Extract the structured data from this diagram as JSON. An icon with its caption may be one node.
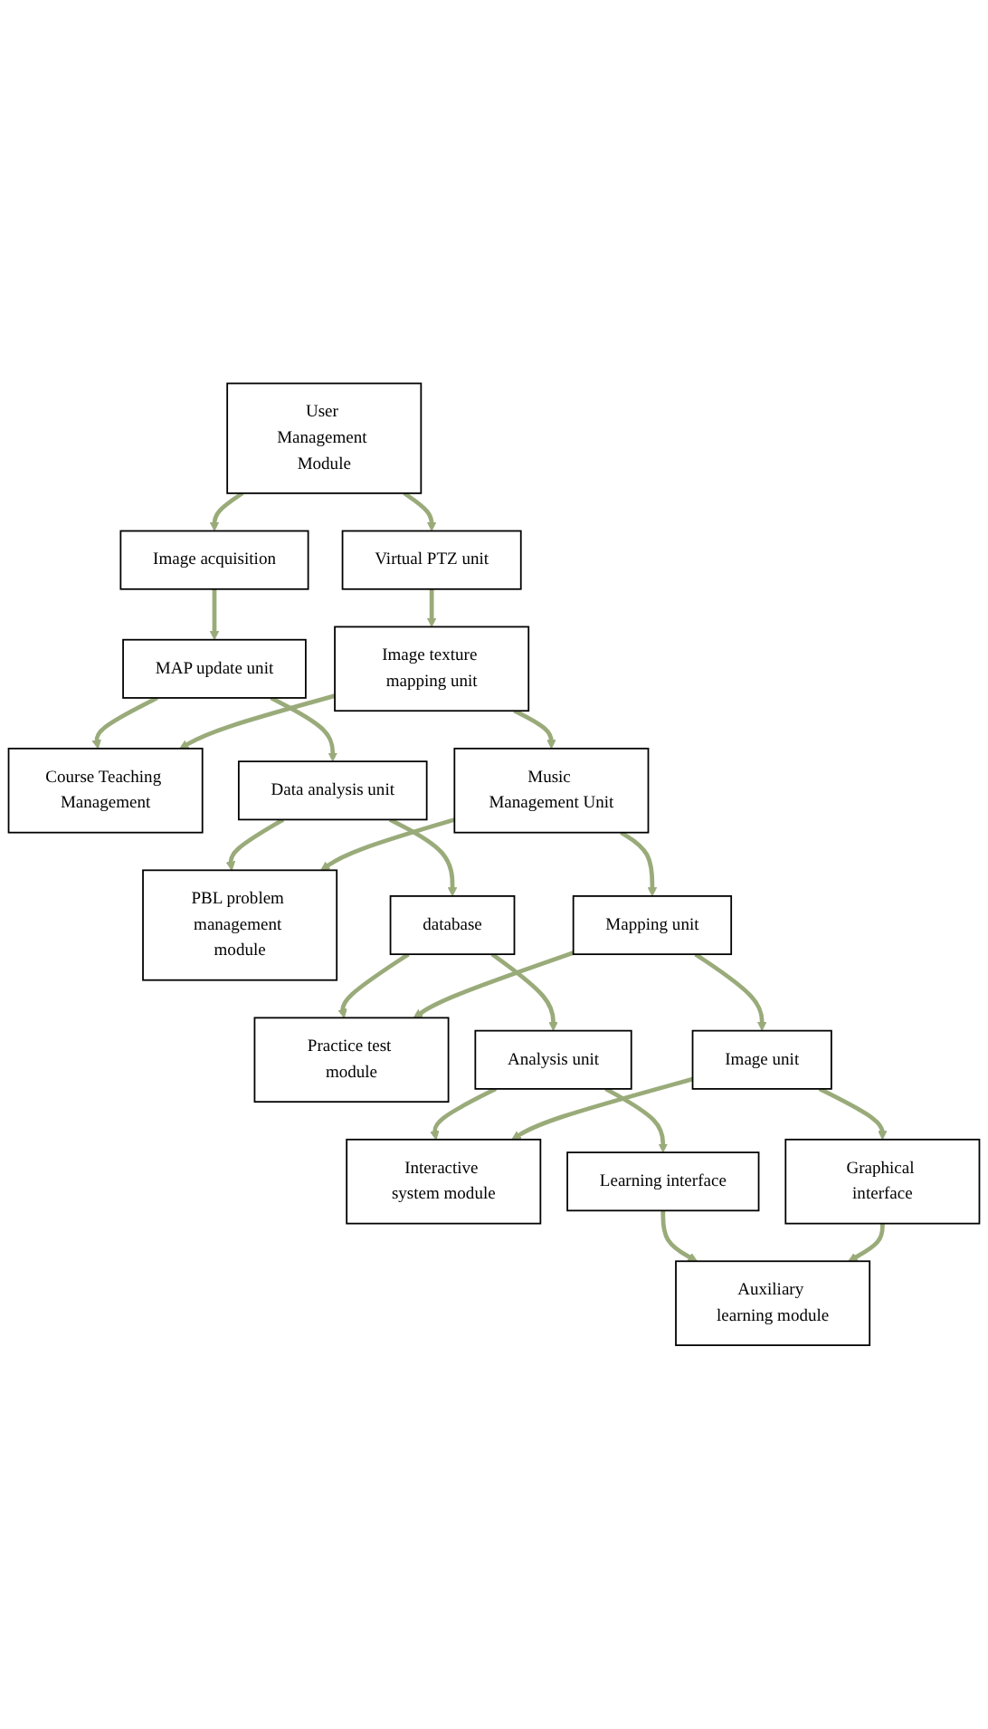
{
  "diagram": {
    "nodes": [
      {
        "text": [
          "Image acquisition"
        ]
      },
      {
        "text": [
          "User Management Module"
        ]
      },
      {
        "text": [
          "Virtual PTZ unit"
        ]
      },
      {
        "text": [
          "MAP update unit"
        ]
      },
      {
        "text": [
          "Course Teaching Management"
        ]
      },
      {
        "text": [
          "Image texture mapping unit"
        ]
      },
      {
        "text": [
          "Data analysis unit"
        ]
      },
      {
        "text": [
          "PBL problem management module"
        ]
      },
      {
        "text": [
          "Music Management Unit"
        ]
      },
      {
        "text": [
          "database"
        ]
      },
      {
        "text": [
          "Practice test module"
        ]
      },
      {
        "text": [
          "Mapping unit"
        ]
      },
      {
        "text": [
          "Analysis unit"
        ]
      },
      {
        "text": [
          "Interactive system module"
        ]
      },
      {
        "text": [
          "Image unit"
        ]
      },
      {
        "text": [
          "Learning interface"
        ]
      },
      {
        "text": [
          "Auxiliary learning module"
        ]
      },
      {
        "text": [
          "Graphical interface"
        ]
      }
    ],
    "edges": [
      {
        "from": 1,
        "to": 0,
        "arrow": "to"
      },
      {
        "from": 1,
        "to": 2,
        "arrow": "to"
      },
      {
        "from": 0,
        "to": 3,
        "arrow": "to"
      },
      {
        "from": 2,
        "to": 5,
        "arrow": "to"
      },
      {
        "from": 3,
        "to": 4,
        "arrow": "to"
      },
      {
        "from": 5,
        "to": 4,
        "arrow": "to"
      },
      {
        "from": 3,
        "to": 6,
        "arrow": "to"
      },
      {
        "from": 5,
        "to": 8,
        "arrow": "to"
      },
      {
        "from": 6,
        "to": 7,
        "arrow": "to"
      },
      {
        "from": 8,
        "to": 7,
        "arrow": "to"
      },
      {
        "from": 6,
        "to": 9,
        "arrow": "to"
      },
      {
        "from": 8,
        "to": 11,
        "arrow": "to"
      },
      {
        "from": 9,
        "to": 10,
        "arrow": "to"
      },
      {
        "from": 11,
        "to": 10,
        "arrow": "to"
      },
      {
        "from": 9,
        "to": 12,
        "arrow": "to"
      },
      {
        "from": 11,
        "to": 14,
        "arrow": "to"
      },
      {
        "from": 12,
        "to": 13,
        "arrow": "to"
      },
      {
        "from": 14,
        "to": 13,
        "arrow": "to"
      },
      {
        "from": 12,
        "to": 15,
        "arrow": "to"
      },
      {
        "from": 14,
        "to": 17,
        "arrow": "to"
      },
      {
        "from": 15,
        "to": 16,
        "arrow": "to"
      },
      {
        "from": 17,
        "to": 16,
        "arrow": "to"
      }
    ]
  }
}
